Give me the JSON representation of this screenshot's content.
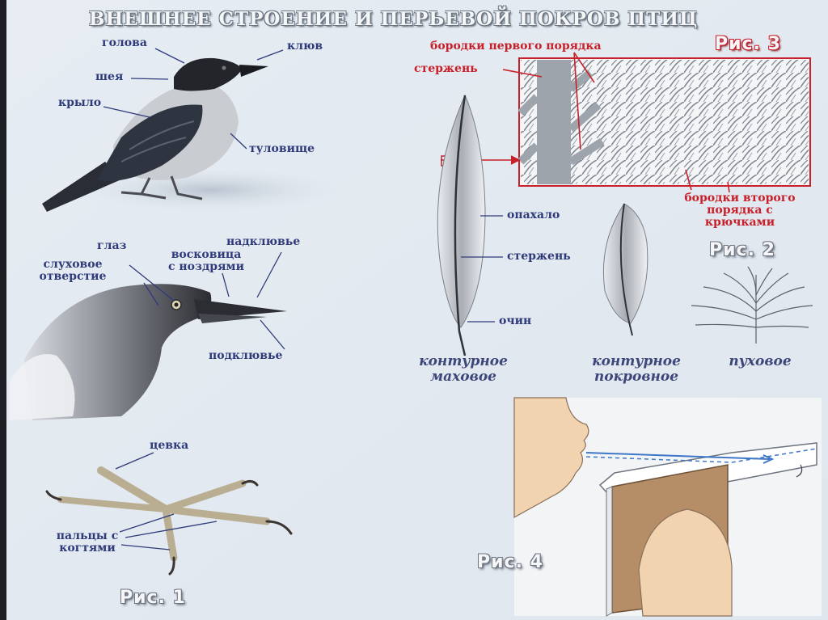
{
  "title": "ВНЕШНЕЕ СТРОЕНИЕ И ПЕРЬЕВОЙ ПОКРОВ ПТИЦ",
  "figures": {
    "fig1": "Рис. 1",
    "fig2": "Рис. 2",
    "fig3": "Рис. 3",
    "fig4": "Рис. 4"
  },
  "bird_labels": {
    "head": "голова",
    "beak": "клюв",
    "neck": "шея",
    "wing": "крыло",
    "body": "туловище"
  },
  "head_labels": {
    "eye": "глаз",
    "ear_line1": "слуховое",
    "ear_line2": "отверстие",
    "cere_line1": "восковица",
    "cere_line2": "с ноздрями",
    "upper_beak": "надклювье",
    "lower_beak": "подклювье"
  },
  "foot_labels": {
    "tarsus": "цевка",
    "toes_line1": "пальцы с",
    "toes_line2": "когтями"
  },
  "feather_labels": {
    "vane": "опахало",
    "shaft": "стержень",
    "quill": "очин",
    "barbs_first": "бородки первого порядка",
    "shaft_zoom": "стержень",
    "barbs_second_line1": "бородки второго",
    "barbs_second_line2": "порядка с",
    "barbs_second_line3": "крючками"
  },
  "feather_types": {
    "flight_line1": "контурное",
    "flight_line2": "маховое",
    "covert_line1": "контурное",
    "covert_line2": "покровное",
    "down": "пуховое"
  },
  "colors": {
    "background": "#e9eef3",
    "label_text": "#2e3a7a",
    "red_accent": "#c8202a"
  }
}
